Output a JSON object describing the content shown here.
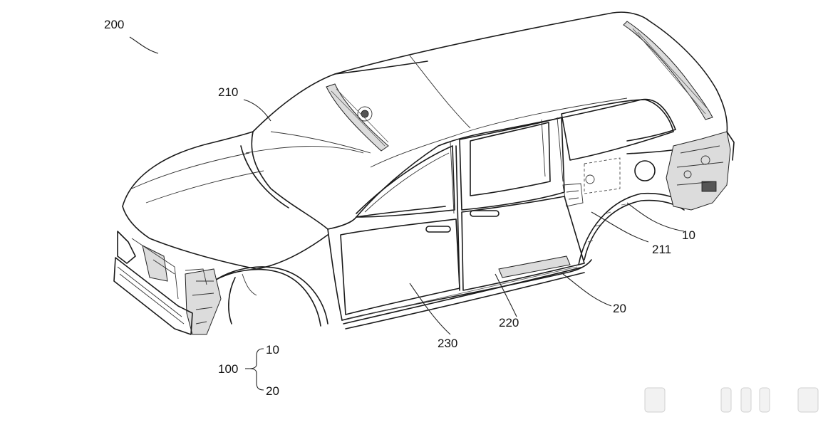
{
  "figure": {
    "refs": {
      "assembly": "200",
      "roof": "210",
      "rear_part": "211",
      "door_rear": "220",
      "door_front": "230",
      "part_a": "10",
      "part_b": "20",
      "group": "100",
      "group_a": "10",
      "group_b": "20"
    }
  }
}
